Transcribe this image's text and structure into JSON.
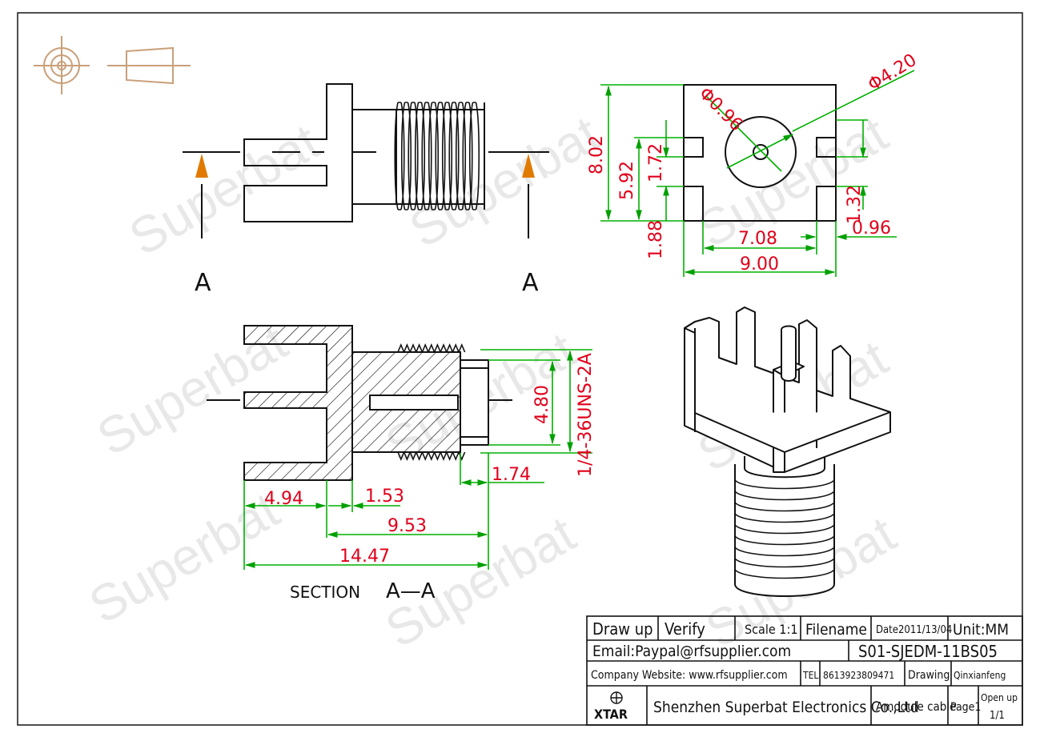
{
  "watermark": "Superbat",
  "section_labels": {
    "left_marker": "A",
    "right_marker": "A",
    "section_title": "SECTION",
    "section_name": "A—A"
  },
  "dimensions": {
    "top_right": {
      "dia_small": "Φ0.96",
      "dia_large": "Φ4.20",
      "height_total": "8.02",
      "height_592": "5.92",
      "height_172": "1.72",
      "height_188": "1.88",
      "height_132": "1.32",
      "width_708": "7.08",
      "width_096": "0.96",
      "width_900": "9.00"
    },
    "section": {
      "thread": "1/4-36UNS-2A",
      "dia_480": "4.80",
      "len_174": "1.74",
      "len_494": "4.94",
      "len_153": "1.53",
      "len_953": "9.53",
      "len_1447": "14.47"
    }
  },
  "title_block": {
    "draw_up": "Draw up",
    "verify": "Verify",
    "scale": "Scale 1:1",
    "filename": "Filename",
    "date": "Date2011/13/04",
    "unit": "Unit:MM",
    "email": "Email:Paypal@rfsupplier.com",
    "part_number": "S01-SJEDM-11BS05",
    "website": "Company Website:  www.rfsupplier.com",
    "tel_label": "TEL",
    "tel_value": "8613923809471",
    "drawing_label": "Drawing",
    "drawing_value": "Qinxianfeng",
    "logo_text": "XTAR",
    "company": "Shenzhen Superbat Electronics Co.,Ltd",
    "product": "Amodule cable",
    "page": "Page1",
    "open_up": "Open up",
    "open_up_count": "1/1"
  },
  "colors": {
    "dimension": "#e0001a",
    "dimension_line": "#00c000",
    "arrow_marker": "#e07a00",
    "symbol": "#c9a07a",
    "line": "#111111"
  }
}
